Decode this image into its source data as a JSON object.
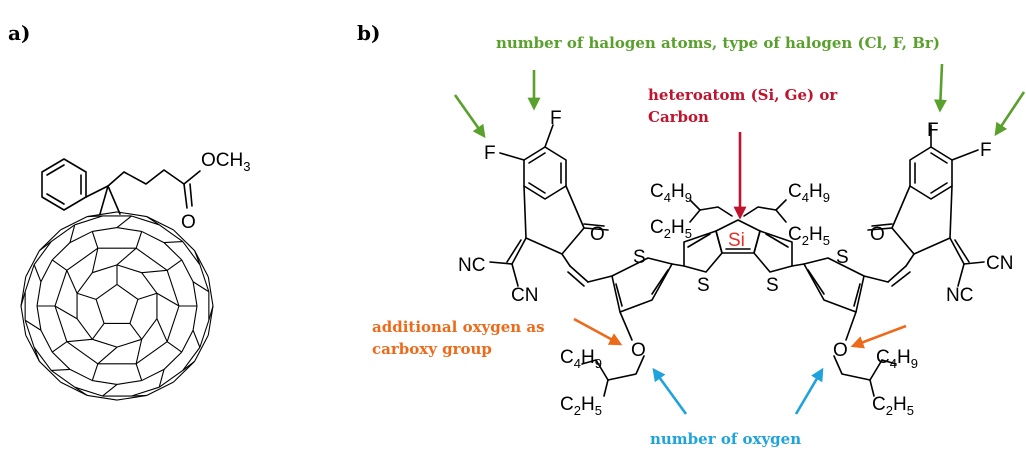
{
  "panels": {
    "a": "a)",
    "b": "b)"
  },
  "colors": {
    "green": "#5aa02c",
    "red": "#c0142e",
    "orange": "#ee6a1b",
    "blue": "#1fa3dc",
    "si": "#e0302a"
  },
  "annotations": {
    "halogen": "number of halogen atoms, type of halogen (Cl, F, Br)",
    "heteroatom_line1": "heteroatom (Si, Ge) or",
    "heteroatom_line2": "Carbon",
    "oxygen_line1": "additional oxygen as",
    "oxygen_line2": "carboxy group",
    "number_oxygen": "number of oxygen"
  },
  "labels": {
    "och3": "OCH",
    "three": "3",
    "o": "O",
    "f": "F",
    "s": "S",
    "si": "Si",
    "nc": "NC",
    "cn": "CN",
    "c": "C",
    "h": "H",
    "four": "4",
    "nine": "9",
    "two": "2",
    "five": "5"
  }
}
